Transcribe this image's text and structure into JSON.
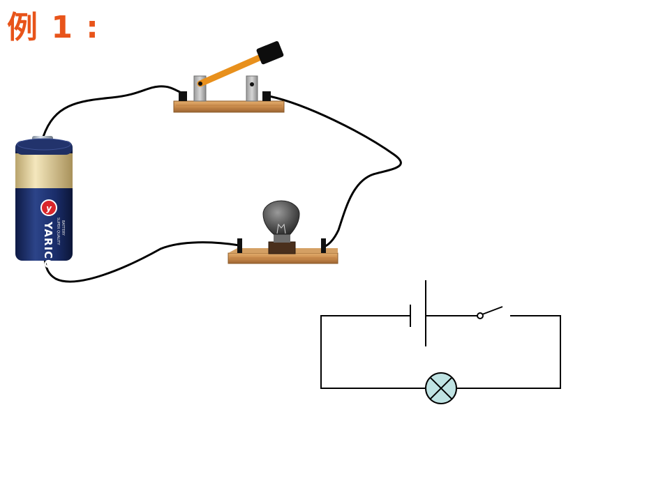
{
  "title": "例 1 :",
  "battery": {
    "brand": "YARICO",
    "small_text": [
      "SUPER QUALITY",
      "BATTERY"
    ]
  },
  "colors": {
    "title": "#e8541a",
    "wire": "#000000",
    "board": "#c98a4b",
    "switch_lever": "#e8901c",
    "battery_body": "#1a2d6a",
    "battery_band": "#e9d9a8",
    "lamp_fill": "#bfe3e3"
  }
}
